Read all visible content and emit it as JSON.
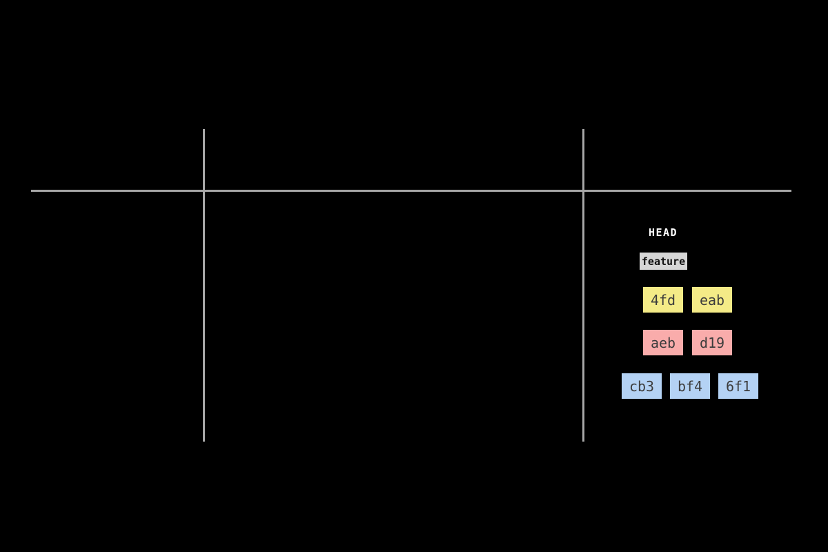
{
  "canvas": {
    "background": "#000000"
  },
  "grid": {
    "line_color": "#a6a6a6"
  },
  "repository": {
    "head_label": "HEAD",
    "head_text_color": "#ffffff",
    "branch": {
      "label": "feature",
      "background": "#d6d6d6",
      "text_color": "#111111"
    },
    "commit_text_color": "#3c3c3c",
    "rows": [
      {
        "color": "#f4eb87",
        "commits": [
          "4fd",
          "eab"
        ]
      },
      {
        "color": "#f9acab",
        "commits": [
          "aeb",
          "d19"
        ]
      },
      {
        "color": "#b4d2f4",
        "commits": [
          "cb3",
          "bf4",
          "6f1"
        ]
      }
    ]
  }
}
